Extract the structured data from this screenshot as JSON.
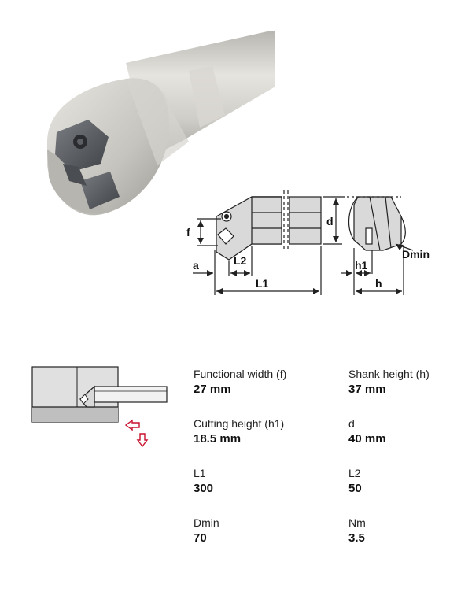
{
  "drawing": {
    "dim_d": "d",
    "dim_f": "f",
    "dim_a": "a",
    "dim_L2": "L2",
    "dim_L1": "L1",
    "dim_h1": "h1",
    "dim_h": "h",
    "dim_Dmin": "Dmin"
  },
  "specs": [
    {
      "label": "Functional width (f)",
      "value": "27 mm"
    },
    {
      "label": "Shank height (h)",
      "value": "37 mm"
    },
    {
      "label": "Cutting height (h1)",
      "value": "18.5 mm"
    },
    {
      "label": "d",
      "value": "40 mm"
    },
    {
      "label": "L1",
      "value": "300"
    },
    {
      "label": "L2",
      "value": "50"
    },
    {
      "label": "Dmin",
      "value": "70"
    },
    {
      "label": "Nm",
      "value": "3.5"
    }
  ],
  "colors": {
    "tool_body": "#c9c7c2",
    "insert": "#55585d",
    "arrow": "#c8102e"
  },
  "icons": [
    "boring-bar-photo",
    "feed-direction-arrows-icon"
  ]
}
